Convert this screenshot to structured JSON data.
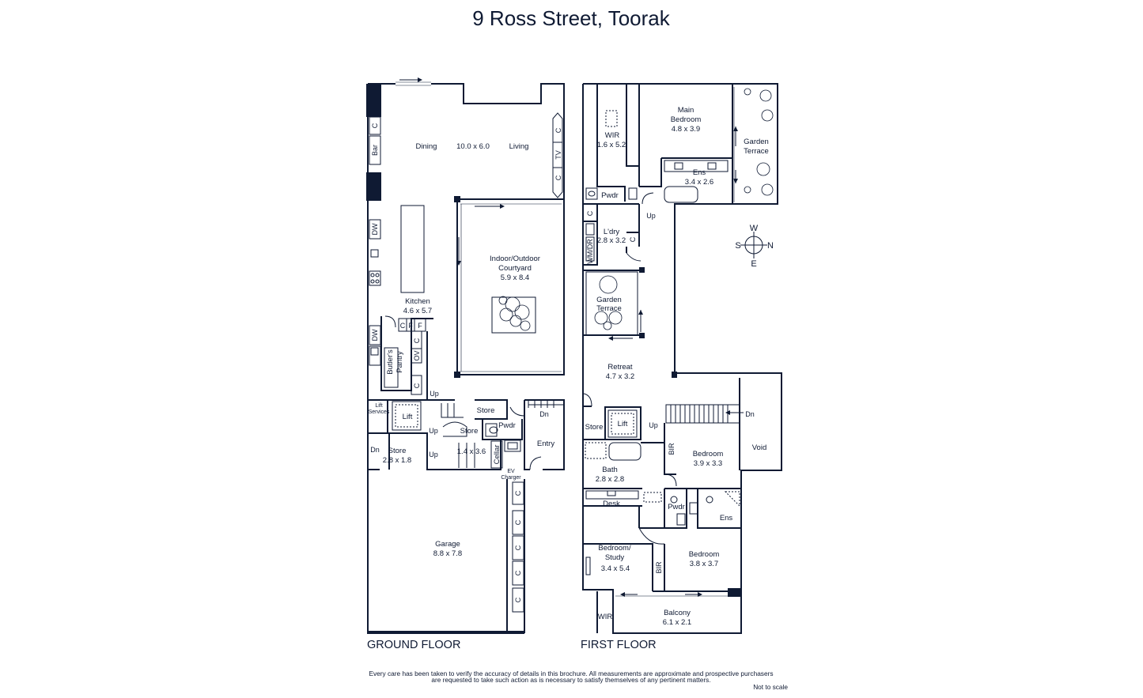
{
  "title": "9 Ross Street, Toorak",
  "floors": {
    "ground": "GROUND FLOOR",
    "first": "FIRST FLOOR"
  },
  "ground_rooms": {
    "dining": "Dining",
    "dining_living_dims": "10.0 x 6.0",
    "living": "Living",
    "courtyard": [
      "Indoor/Outdoor",
      "Courtyard",
      "5.9 x 8.4"
    ],
    "kitchen": [
      "Kitchen",
      "4.6 x 5.7"
    ],
    "butlers_pantry": [
      "Butler's",
      "Pantry"
    ],
    "lift_services": [
      "Lift",
      "Services"
    ],
    "lift": "Lift",
    "store_a": "Store",
    "store_b": "Store",
    "pwdr": "Pwdr",
    "entry": "Entry",
    "store_c": [
      "Store",
      "2.8 x 1.8"
    ],
    "cellar_dims": "1.4 x 3.6",
    "cellar": "Cellar",
    "ev_charger": [
      "EV",
      "Charger"
    ],
    "garage": [
      "Garage",
      "8.8 x 7.8"
    ]
  },
  "ground_fixtures": {
    "c": "C",
    "tv": "TV",
    "bar": "Bar",
    "dw": "DW",
    "f": "F",
    "ov": "OV"
  },
  "stairs": {
    "up": "Up",
    "dn": "Dn"
  },
  "first_rooms": {
    "wir": [
      "WIR",
      "1.6 x 5.2"
    ],
    "main_bedroom": [
      "Main",
      "Bedroom",
      "4.8 x 3.9"
    ],
    "garden_terrace_1": [
      "Garden",
      "Terrace"
    ],
    "ens_main": [
      "Ens",
      "3.4 x 2.6"
    ],
    "pwdr_top": "Pwdr",
    "ldry": [
      "L'dry",
      "2.8 x 3.2"
    ],
    "wm_dr": "WM/DR",
    "garden_terrace_2": [
      "Garden",
      "Terrace"
    ],
    "retreat": [
      "Retreat",
      "4.7 x 3.2"
    ],
    "store": "Store",
    "lift": "Lift",
    "bedroom_1": [
      "Bedroom",
      "3.9 x 3.3"
    ],
    "void": "Void",
    "bir": "BIR",
    "bath": [
      "Bath",
      "2.8 x 2.8"
    ],
    "desk": "Desk",
    "pwdr": "Pwdr",
    "ens": "Ens",
    "bedroom_study": [
      "Bedroom/",
      "Study",
      "3.4 x 5.4"
    ],
    "bedroom_2": [
      "Bedroom",
      "3.8 x 3.7"
    ],
    "wir_small": "WIR",
    "balcony": [
      "Balcony",
      "6.1 x 2.1"
    ]
  },
  "compass": {
    "w": "W",
    "s": "S",
    "n": "N",
    "e": "E"
  },
  "disclaimer": [
    "Every care has been taken to verify the accuracy of details in this brochure.  All measurements are approximate and prospective purchasers",
    "are requested to take such action as is necessary to satisfy themselves of any pertinent matters."
  ],
  "scale_note": "Not to scale",
  "colors": {
    "ink": "#0f1a33",
    "background": "#ffffff"
  }
}
